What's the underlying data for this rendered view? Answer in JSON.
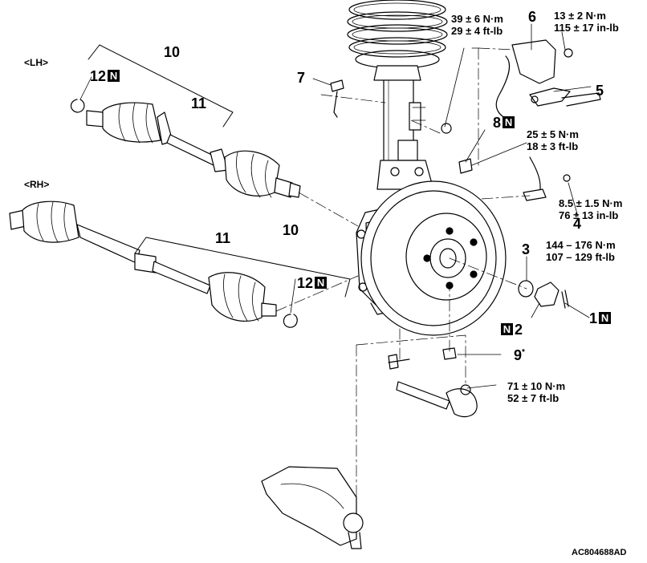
{
  "diagram": {
    "side_labels": {
      "lh": "<LH>",
      "rh": "<RH>"
    },
    "badge": "N",
    "callouts": {
      "c1": "1",
      "c2": "2",
      "c3": "3",
      "c4": "4",
      "c5": "5",
      "c6": "6",
      "c7": "7",
      "c8": "8",
      "c9": "9",
      "c9_mark": "*",
      "c10_lh": "10",
      "c10_rh": "10",
      "c11_lh": "11",
      "c11_rh": "11",
      "c12_lh": "12",
      "c12_rh": "12"
    },
    "torques": {
      "strut_nut": {
        "metric": "39 ± 6 N·m",
        "imperial": "29 ± 4 ft-lb"
      },
      "bracket_bolt": {
        "metric": "13 ± 2 N·m",
        "imperial": "115 ± 17 in-lb"
      },
      "stabilizer_nut": {
        "metric": "25 ± 5 N·m",
        "imperial": "18 ± 3 ft-lb"
      },
      "sensor_bolt": {
        "metric": "8.5 ± 1.5 N·m",
        "imperial": "76 ± 13 in-lb"
      },
      "hub_nut": {
        "metric": "144 – 176 N·m",
        "imperial": "107 – 129 ft-lb"
      },
      "tie_rod_nut": {
        "metric": "71 ± 10 N·m",
        "imperial": "52 ± 7 ft-lb"
      }
    },
    "figure_code": "AC804688AD"
  }
}
